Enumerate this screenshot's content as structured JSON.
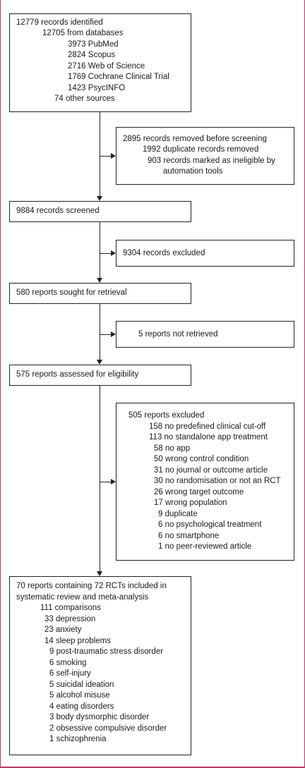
{
  "identified": {
    "lines": [
      "12779 records identified",
      "12705 from databases",
      "3973 PubMed",
      "2824 Scopus",
      "2716 Web of Science",
      "1769 Cochrane Clinical Trial",
      "1423 PsycINFO",
      "74 other sources"
    ]
  },
  "removed": {
    "lines": [
      "2895 records removed before screening",
      "1992 duplicate records removed",
      "903 records marked as ineligible by",
      "automation tools"
    ]
  },
  "screened": {
    "text": "9884 records screened"
  },
  "excluded_records": {
    "text": "9304 records excluded"
  },
  "retrieval": {
    "text": "580 reports sought for retrieval"
  },
  "not_retrieved": {
    "text": "5 reports not retrieved"
  },
  "eligibility": {
    "text": "575 reports assessed for eligibility"
  },
  "reports_excluded": {
    "lines": [
      "505 reports excluded",
      "158 no predefined clinical cut-off",
      "113 no standalone app treatment",
      "58 no app",
      "50 wrong control condition",
      "31 no journal or outcome article",
      "30 no randomisation or not an RCT",
      "26 wrong target outcome",
      "17 wrong population",
      "9 duplicate",
      "6 no psychological treatment",
      "6 no smartphone",
      "1 no peer-reviewed article"
    ]
  },
  "included": {
    "lines": [
      "70 reports containing 72 RCTs included in",
      "systematic review and meta-analysis",
      "111 comparisons",
      "33 depression",
      "23 anxiety",
      "14 sleep problems",
      "9 post-traumatic stress disorder",
      "6 smoking",
      "6 self-injury",
      "5 suicidal ideation",
      "5 alcohol misuse",
      "4 eating disorders",
      "3 body dysmorphic disorder",
      "2 obsessive compulsive disorder",
      "1 schizophrenia"
    ]
  }
}
